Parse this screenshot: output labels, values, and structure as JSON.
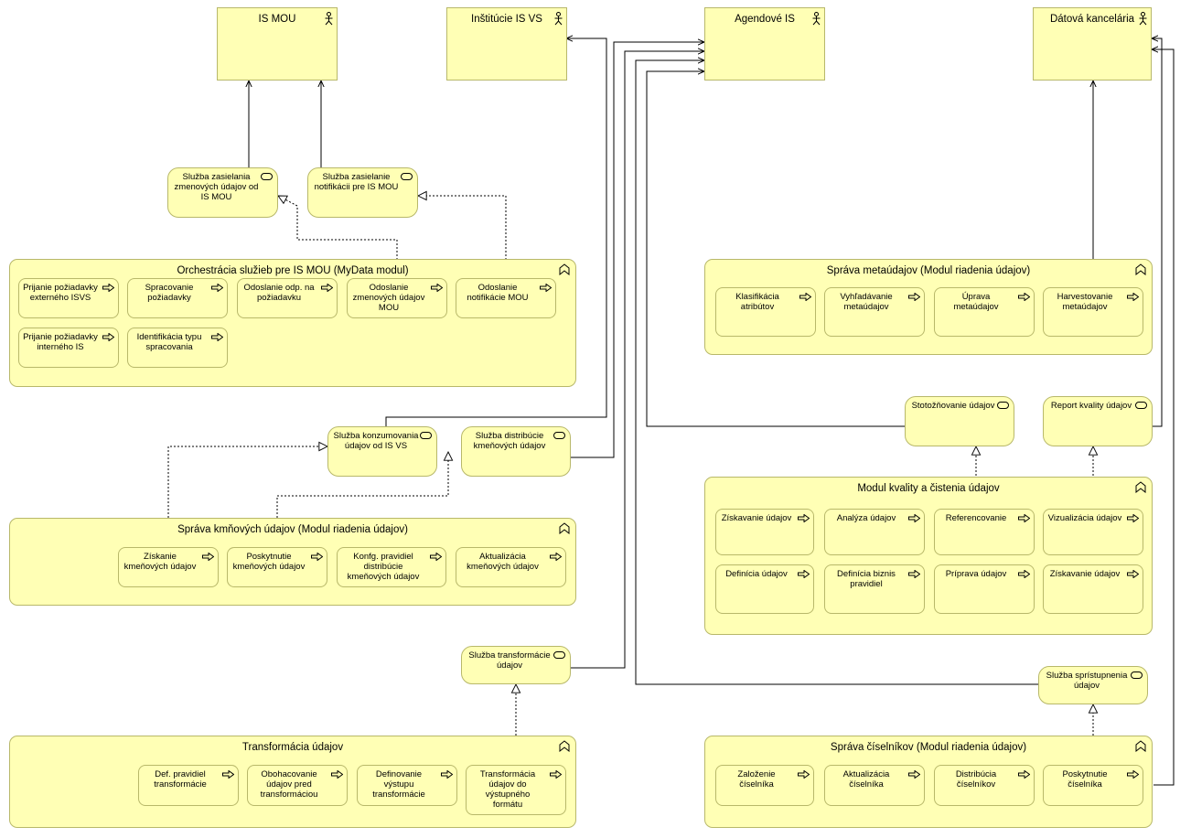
{
  "actors": {
    "is_mou": "IS MOU",
    "institucie": "Inštitúcie IS VS",
    "agendove": "Agendové IS",
    "datova": "Dátová kancelária"
  },
  "services": {
    "zasielanie_zmenovych": "Služba zasielania zmenových údajov od IS MOU",
    "zasielanie_notifikacii": "Služba zasielanie notifikácii pre IS MOU",
    "konzumovania": "Služba konzumovania údajov od IS VS",
    "distribucie": "Služba distribúcie kmeňových údajov",
    "transformacie": "Služba transformácie údajov",
    "stotoznovanie": "Stotožňovanie údajov",
    "report": "Report kvality údajov",
    "spristupnenia": "Služba sprístupnenia údajov"
  },
  "groups": {
    "orchestracia": {
      "title": "Orchestrácia služieb pre IS MOU (MyData modul)",
      "items": [
        "Prijanie požiadavky externého ISVS",
        "Spracovanie požiadavky",
        "Odoslanie odp. na požiadavku",
        "Odoslanie zmenových údajov MOU",
        "Odoslanie notifikácie MOU",
        "Prijanie požiadavky interného IS",
        "Identifikácia typu spracovania"
      ]
    },
    "metaudaje": {
      "title": "Správa metaúdajov (Modul riadenia údajov)",
      "items": [
        "Klasifikácia atribútov",
        "Vyhľadávanie metaúdajov",
        "Úprava metaúdajov",
        "Harvestovanie metaúdajov"
      ]
    },
    "kmenove": {
      "title": "Správa kmňových údajov (Modul riadenia údajov)",
      "items": [
        "Získanie kmeňových údajov",
        "Poskytnutie kmeňových údajov",
        "Konfg. pravidiel distribúcie kmeňových údajov",
        "Aktualizácia kmeňových údajov"
      ]
    },
    "kvalita": {
      "title": "Modul kvality a čistenia údajov",
      "items": [
        "Získavanie údajov",
        "Analýza údajov",
        "Referencovanie",
        "Vizualizácia údajov",
        "Definícia údajov",
        "Definícia biznis pravidiel",
        "Príprava údajov",
        "Získavanie údajov"
      ]
    },
    "transformacia": {
      "title": "Transformácia údajov",
      "items": [
        "Def. pravidiel transformácie",
        "Obohacovanie údajov pred transformáciou",
        "Definovanie výstupu transformácie",
        "Transformácia údajov do výstupného formátu"
      ]
    },
    "ciselniky": {
      "title": "Správa číselníkov (Modul riadenia údajov)",
      "items": [
        "Založenie číselníka",
        "Aktualizácia číselníka",
        "Distribúcia číselníkov",
        "Poskytnutie číselníka"
      ]
    }
  },
  "colors": {
    "fill": "#ffffb5",
    "border": "#b8b86a",
    "line": "#000000"
  }
}
